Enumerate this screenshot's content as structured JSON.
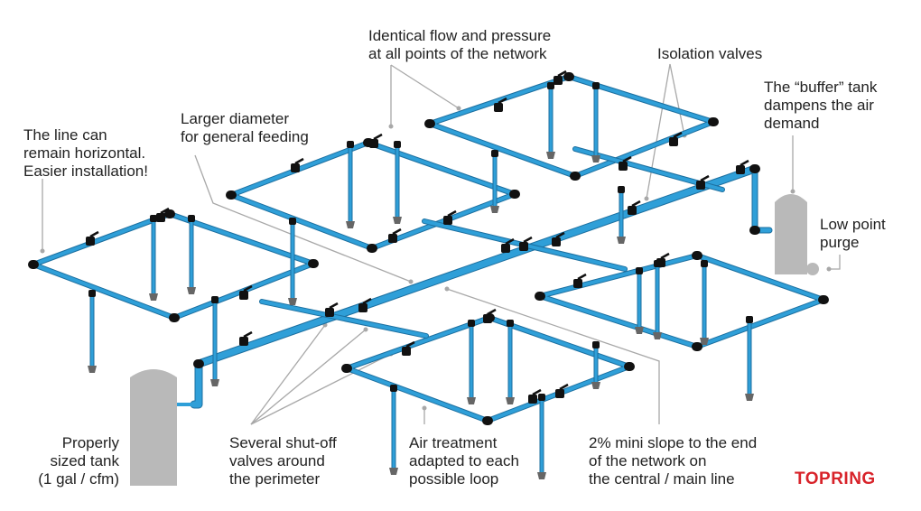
{
  "annotations": {
    "flow": [
      "Identical flow and pressure",
      "at all points of the network"
    ],
    "isolation": [
      "Isolation valves"
    ],
    "buffer": [
      "The “buffer” tank",
      "dampens the air",
      "demand"
    ],
    "purge": [
      "Low point",
      "purge"
    ],
    "horizontal": [
      "The line can",
      "remain horizontal.",
      "Easier installation!"
    ],
    "diameter": [
      "Larger diameter",
      "for general feeding"
    ],
    "tank": [
      "Properly",
      "sized tank",
      "(1 gal / cfm)"
    ],
    "shutoff": [
      "Several shut-off",
      "valves around",
      "the perimeter"
    ],
    "treatment": [
      "Air treatment",
      "adapted to each",
      "possible loop"
    ],
    "slope": [
      "2% mini slope to the end",
      "of the network on",
      "the central / main line"
    ]
  },
  "brand": {
    "logo_text": "TOPRING"
  },
  "colors": {
    "pipe": "#2f9fd8",
    "pipe_dark": "#1c6f9f",
    "fitting": "#111111",
    "tank": "#b9b9b9",
    "leader": "#a8a8a8",
    "brand": "#d8232a"
  }
}
